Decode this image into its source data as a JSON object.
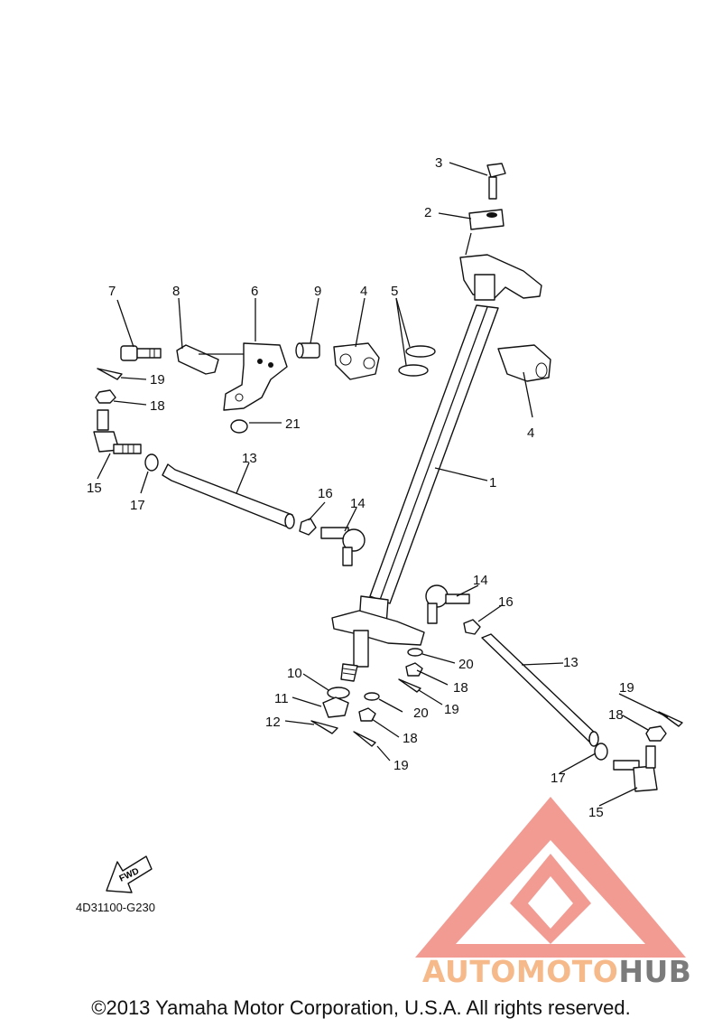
{
  "diagram": {
    "labels": {
      "l1": "1",
      "l2": "2",
      "l3": "3",
      "l4a": "4",
      "l4b": "4",
      "l5": "5",
      "l6": "6",
      "l7": "7",
      "l8": "8",
      "l9": "9",
      "l10": "10",
      "l11": "11",
      "l12": "12",
      "l13a": "13",
      "l13b": "13",
      "l14a": "14",
      "l14b": "14",
      "l15a": "15",
      "l15b": "15",
      "l16a": "16",
      "l16b": "16",
      "l17a": "17",
      "l17b": "17",
      "l18a": "18",
      "l18b": "18",
      "l18c": "18",
      "l18d": "18",
      "l19a": "19",
      "l19b": "19",
      "l19c": "19",
      "l19d": "19",
      "l20a": "20",
      "l20b": "20",
      "l21": "21"
    },
    "fwd_label": "FWD",
    "drawing_code": "4D31100-G230"
  },
  "watermark": {
    "text_a": "AUTOMOTO",
    "text_b": "HUB",
    "color_primary": "#f2a39a",
    "color_secondary": "#f5c98a",
    "color_dark": "#7b7b7b"
  },
  "copyright": "©2013 Yamaha Motor Corporation, U.S.A. All rights reserved."
}
